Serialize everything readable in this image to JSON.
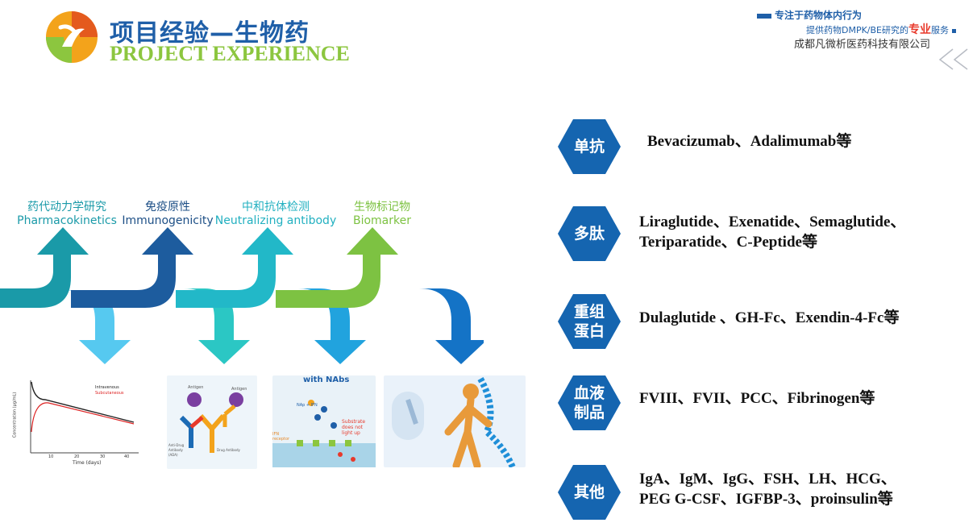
{
  "header": {
    "title_cn": "项目经验—生物药",
    "title_en": "PROJECT EXPERIENCE",
    "tagline_1": "专注于药物体内行为",
    "tagline_2_pre": "提供药物DMPK/BE研究的",
    "tagline_2_accent": "专业",
    "tagline_2_post": "服务",
    "company": "成都凡微析医药科技有限公司"
  },
  "steps": [
    {
      "cn": "药代动力学研究",
      "en": "Pharmacokinetics",
      "color": "#1a9aa8"
    },
    {
      "cn": "免疫原性",
      "en": "Immunogenicity",
      "color": "#1d5c9e"
    },
    {
      "cn": "中和抗体检测",
      "en": "Neutralizing antibody",
      "color": "#22b8c8"
    },
    {
      "cn": "生物标记物",
      "en": "Biomarker",
      "color": "#7dc242"
    }
  ],
  "thumbnails": {
    "pk": {
      "legend_1": "Intravenous",
      "legend_2": "Subcutaneous",
      "ylabel": "Concentration (µg/mL)",
      "xlabel": "Time (days)",
      "ticks": [
        "10",
        "20",
        "30",
        "40"
      ]
    },
    "ada": {
      "antigen_1": "Antigen",
      "antigen_2": "Antigen",
      "label_ada": "Anti-Drug Antibody (ADA)",
      "label_drug": "Drug Antibody"
    },
    "nab": {
      "title": "with NAbs",
      "nap": "NAp + IFN",
      "substrate": "Substrate does not light up",
      "receptor": "IFN receptor"
    }
  },
  "categories": [
    {
      "badge_1": "单抗",
      "badge_2": "",
      "line_1": "Bevacizumab、Adalimumab等",
      "line_2": ""
    },
    {
      "badge_1": "多肽",
      "badge_2": "",
      "line_1": "Liraglutide、Exenatide、Semaglutide、",
      "line_2": "Teriparatide、C-Peptide等"
    },
    {
      "badge_1": "重组",
      "badge_2": "蛋白",
      "line_1": "Dulaglutide 、GH-Fc、Exendin-4-Fc等",
      "line_2": ""
    },
    {
      "badge_1": "血液",
      "badge_2": "制品",
      "line_1": "FVIII、FVII、PCC、Fibrinogen等",
      "line_2": ""
    },
    {
      "badge_1": "其他",
      "badge_2": "",
      "line_1": "IgA、IgM、IgG、FSH、LH、HCG、",
      "line_2": "PEG G-CSF、IGFBP-3、proinsulin等"
    }
  ],
  "colors": {
    "primary": "#1f5fa8",
    "green": "#8cc63f",
    "hex": "#1565b0",
    "accent_red": "#e8392b"
  }
}
